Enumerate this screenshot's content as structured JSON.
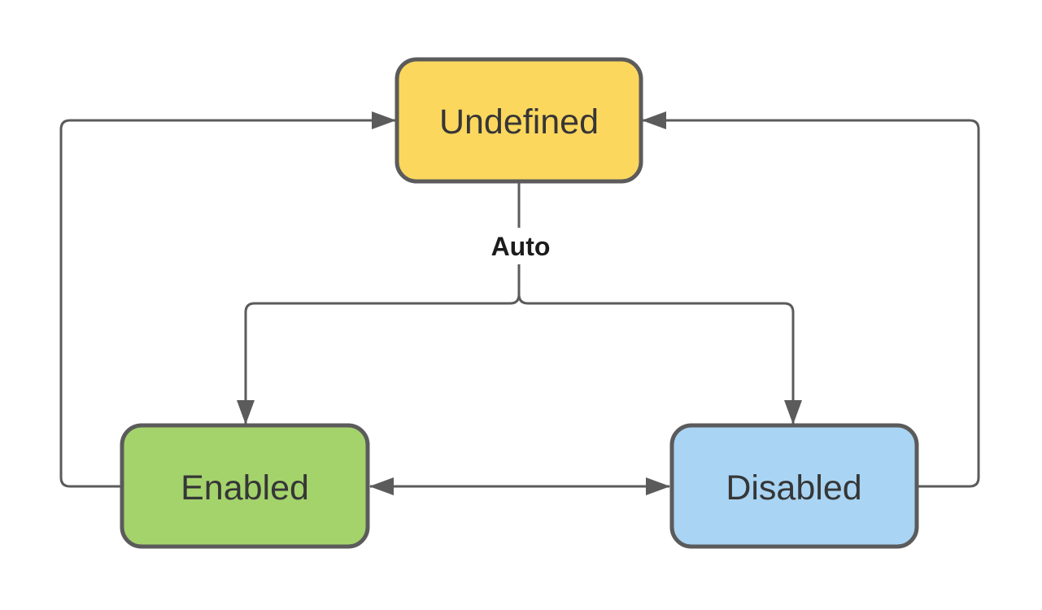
{
  "colors": {
    "background": "#FFFFFF",
    "line": "#5B5B5B",
    "node_border": "#5B5B5B",
    "node_text": "#363636",
    "edge_label_text": "#1C1C1C"
  },
  "nodes": {
    "undefined": {
      "label": "Undefined",
      "fill": "#FCD75E"
    },
    "enabled": {
      "label": "Enabled",
      "fill": "#A4D36C"
    },
    "disabled": {
      "label": "Disabled",
      "fill": "#A9D4F4"
    }
  },
  "edges": {
    "auto_label": "Auto",
    "connections": [
      {
        "from": "Undefined",
        "to": "Enabled",
        "label": "Auto",
        "direction": "one-way"
      },
      {
        "from": "Undefined",
        "to": "Disabled",
        "label": "Auto",
        "direction": "one-way"
      },
      {
        "from": "Enabled",
        "to": "Undefined",
        "label": "",
        "direction": "one-way"
      },
      {
        "from": "Disabled",
        "to": "Undefined",
        "label": "",
        "direction": "one-way"
      },
      {
        "from": "Enabled",
        "to": "Disabled",
        "label": "",
        "direction": "two-way"
      }
    ]
  }
}
